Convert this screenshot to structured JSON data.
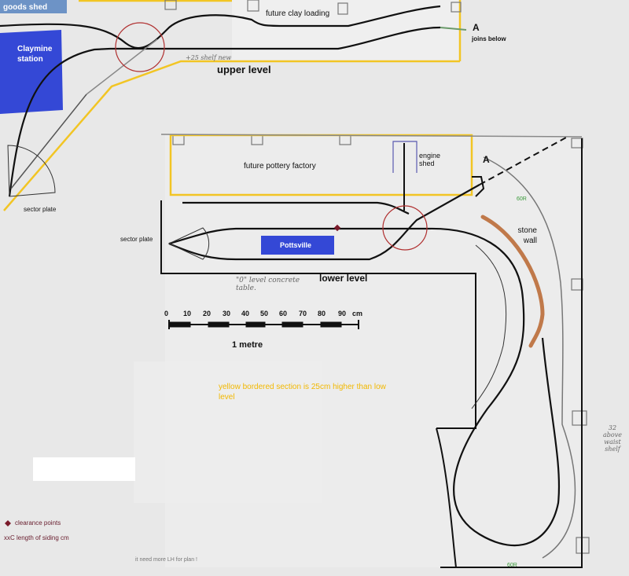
{
  "upper": {
    "goods_shed": "goods shed",
    "claymine_station": "Claymine station",
    "future_clay_loading": "future clay loading",
    "shelf_note": "+25 shelf new",
    "title": "upper level",
    "marker_a": "A",
    "joins_below": "joins below",
    "sector_plate": "sector plate"
  },
  "lower": {
    "future_pottery": "future pottery factory",
    "engine_shed": "engine shed",
    "marker_a": "A",
    "radius_top": "60R",
    "radius_bottom": "60R",
    "stone_wall": "stone wall",
    "sector_plate": "sector plate",
    "pottsville": "Pottsville",
    "title": "lower level",
    "table_note": "\"0\" level concrete table.",
    "shelf_note": "32 above waist shelf"
  },
  "scale": {
    "ticks": [
      "0",
      "10",
      "20",
      "30",
      "40",
      "50",
      "60",
      "70",
      "80",
      "90"
    ],
    "unit": "cm",
    "label": "1 metre"
  },
  "notes": {
    "yellow_note": "yellow bordered section is 25cm higher than low level",
    "legend_clearance": "clearance points",
    "legend_siding": "xxC  length of siding cm",
    "footer": "it need more LH for plan !"
  },
  "colors": {
    "track": "#111111",
    "yellow_border": "#f2c524",
    "station": "#3448d6",
    "goods_shed": "#6d93c6",
    "circle": "#b03030",
    "stone_wall": "#c0794a",
    "clearance": "#7a1a2a"
  }
}
